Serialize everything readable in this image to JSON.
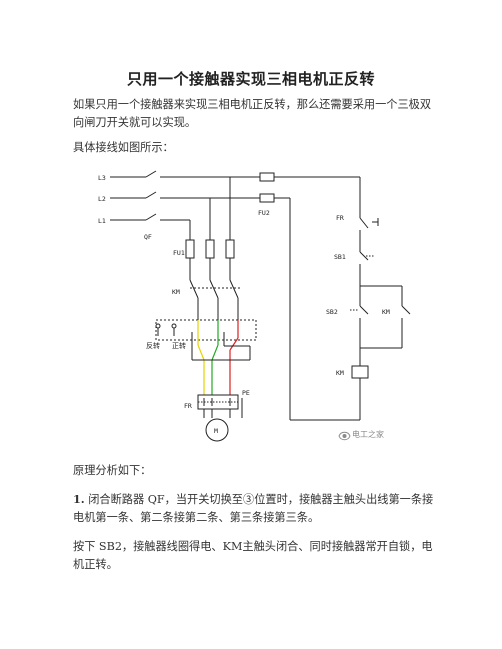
{
  "document": {
    "title": "只用一个接触器实现三相电机正反转",
    "paragraphs": {
      "intro": "如果只用一个接触器来实现三相电机正反转，那么还需要采用一个三极双向闸刀开关就可以实现。",
      "wiring_intro": "具体接线如图所示：",
      "analysis_intro": "原理分析如下：",
      "step1_num": "1.",
      "step1_text": " 闭合断路器 QF，当开关切换至",
      "circled_num": "③",
      "step1_text2": "位置时，接触器主触头出线第一条接电机第一条、第二条接第二条、第三条接第三条。",
      "step2": "按下 SB2，接触器线圈得电、KM主触头闭合、同时接触器常开自锁，电机正转。"
    }
  },
  "diagram": {
    "labels": {
      "l3": "L3",
      "l2": "L2",
      "l1": "L1",
      "qf": "QF",
      "fu1": "FU1",
      "fu2": "FU2",
      "km_main": "KM",
      "reverse": "反转",
      "forward": "正转",
      "fr_bottom": "FR",
      "pe": "PE",
      "motor": "M",
      "fr_ctrl": "FR",
      "sb1": "SB1",
      "sb2": "SB2",
      "km_aux": "KM",
      "km_coil": "KM"
    },
    "watermark": "电工之家"
  },
  "colors": {
    "wire_black": "#222222",
    "wire_yellow": "#e6d200",
    "wire_green": "#22aa22",
    "wire_red": "#dd2222",
    "watermark": "#8a8a8a"
  }
}
